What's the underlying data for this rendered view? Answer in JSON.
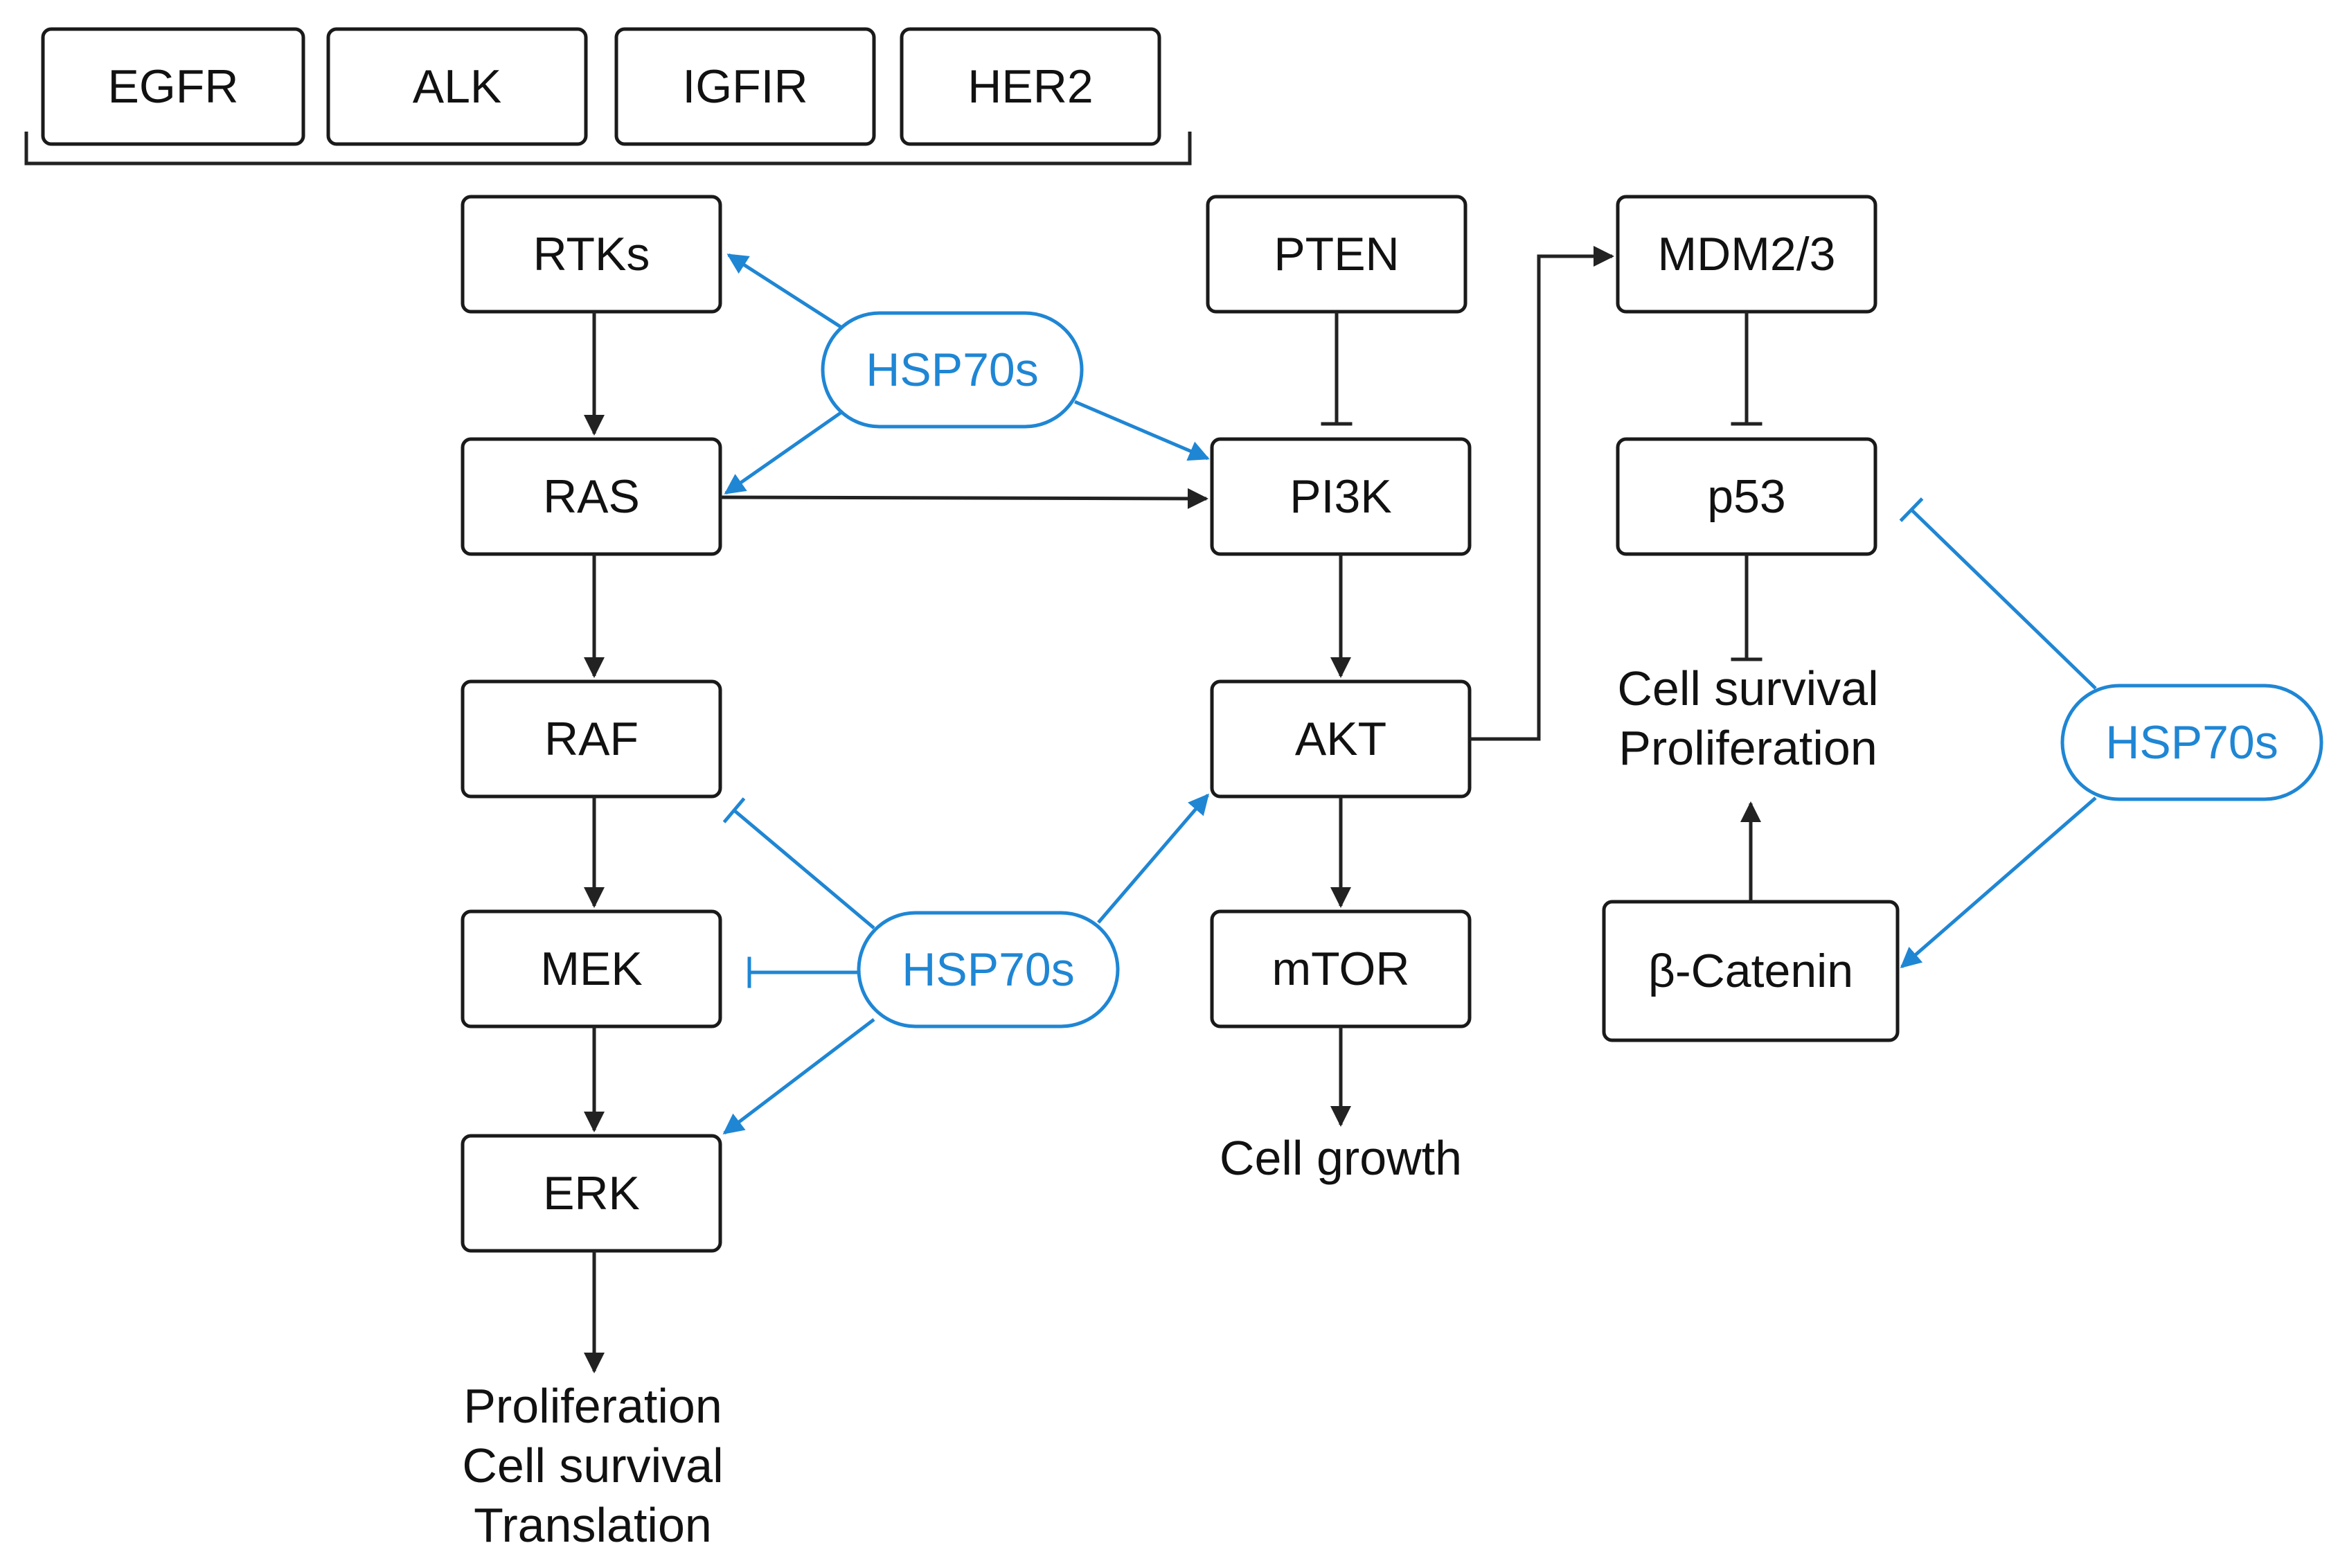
{
  "receptors": [
    "EGFR",
    "ALK",
    "IGFIR",
    "HER2"
  ],
  "nodes": {
    "rtks": "RTKs",
    "ras": "RAS",
    "raf": "RAF",
    "mek": "MEK",
    "erk": "ERK",
    "pten": "PTEN",
    "pi3k": "PI3K",
    "akt": "AKT",
    "mtor": "mTOR",
    "mdm": "MDM2/3",
    "p53": "p53",
    "catenin": "β-Catenin"
  },
  "chaperone": {
    "top": "HSP70s",
    "middle": "HSP70s",
    "right": "HSP70s"
  },
  "outcomes": {
    "erk": [
      "Proliferation",
      "Cell survival",
      "Translation"
    ],
    "mtor": [
      "Cell growth"
    ],
    "p53": [
      "Cell survival",
      "Proliferation"
    ]
  },
  "colors": {
    "activation": "#222222",
    "hsp70": "#1f86d4"
  }
}
